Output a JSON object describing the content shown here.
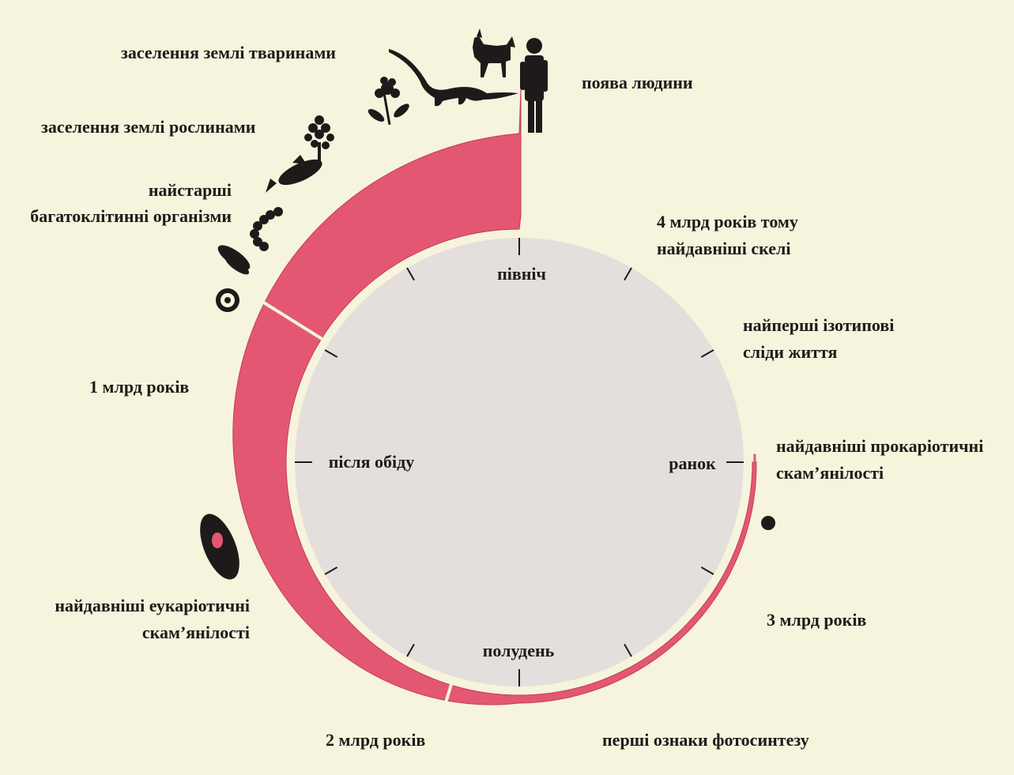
{
  "colors": {
    "paper": "#f6f4dc",
    "dial_face": "#e4dfdc",
    "spiral": "#e35773",
    "spiral_edge": "#c23d5a",
    "ink": "#1f1a1a"
  },
  "clock_labels": {
    "midnight": "північ",
    "morning": "ранок",
    "noon": "полудень",
    "afternoon": "після обіду"
  },
  "events": {
    "animals_on_land": "заселення землі тваринами",
    "humans_appear": "поява людини",
    "plants_on_land": "заселення землі рослинами",
    "oldest_multicellular_line1": "найстарші",
    "oldest_multicellular_line2": "багатоклітинні організми",
    "oldest_rocks_line1": "4 млрд років тому",
    "oldest_rocks_line2": "найдавніші скелі",
    "first_isotope_line1": "найперші ізотипові",
    "first_isotope_line2": "сліди життя",
    "one_billion": "1 млрд років",
    "prokaryote_fossils_line1": "найдавніші прокаріотичні",
    "prokaryote_fossils_line2": "скам’янілості",
    "three_billion": "3 млрд років",
    "eukaryote_fossils_line1": "найдавніші еукаріотичні",
    "eukaryote_fossils_line2": "скам’янілості",
    "two_billion": "2 млрд років",
    "photosynthesis": "перші ознаки фотосинтезу"
  }
}
